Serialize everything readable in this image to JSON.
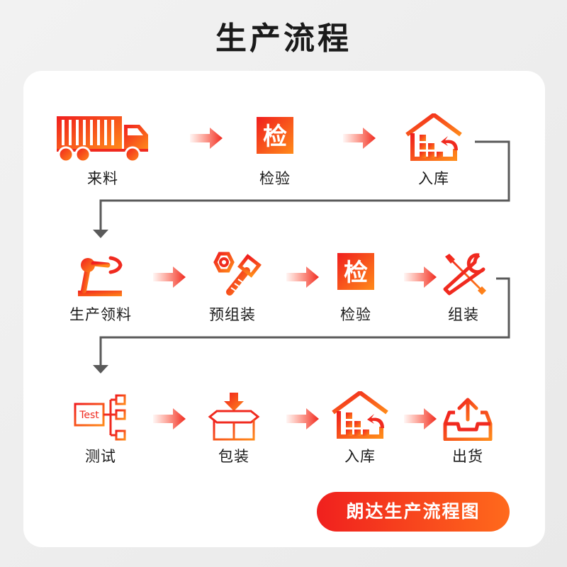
{
  "title": "生产流程",
  "badge_label": "朗达生产流程图",
  "colors": {
    "accent_red": "#f02a1f",
    "accent_orange": "#ff7a1a",
    "connector": "#5a5a5a"
  },
  "rows": [
    [
      {
        "label": "来料",
        "icon": "truck-icon"
      },
      {
        "label": "检验",
        "icon": "inspection-icon",
        "glyph": "检"
      },
      {
        "label": "入库",
        "icon": "warehouse-icon"
      }
    ],
    [
      {
        "label": "生产领料",
        "icon": "robot-arm-icon"
      },
      {
        "label": "预组装",
        "icon": "bolt-nut-icon"
      },
      {
        "label": "检验",
        "icon": "inspection-icon",
        "glyph": "检"
      },
      {
        "label": "组装",
        "icon": "tools-icon"
      }
    ],
    [
      {
        "label": "测试",
        "icon": "test-icon",
        "glyph": "Test"
      },
      {
        "label": "包装",
        "icon": "package-icon"
      },
      {
        "label": "入库",
        "icon": "warehouse-icon"
      },
      {
        "label": "出货",
        "icon": "shipment-icon"
      }
    ]
  ]
}
